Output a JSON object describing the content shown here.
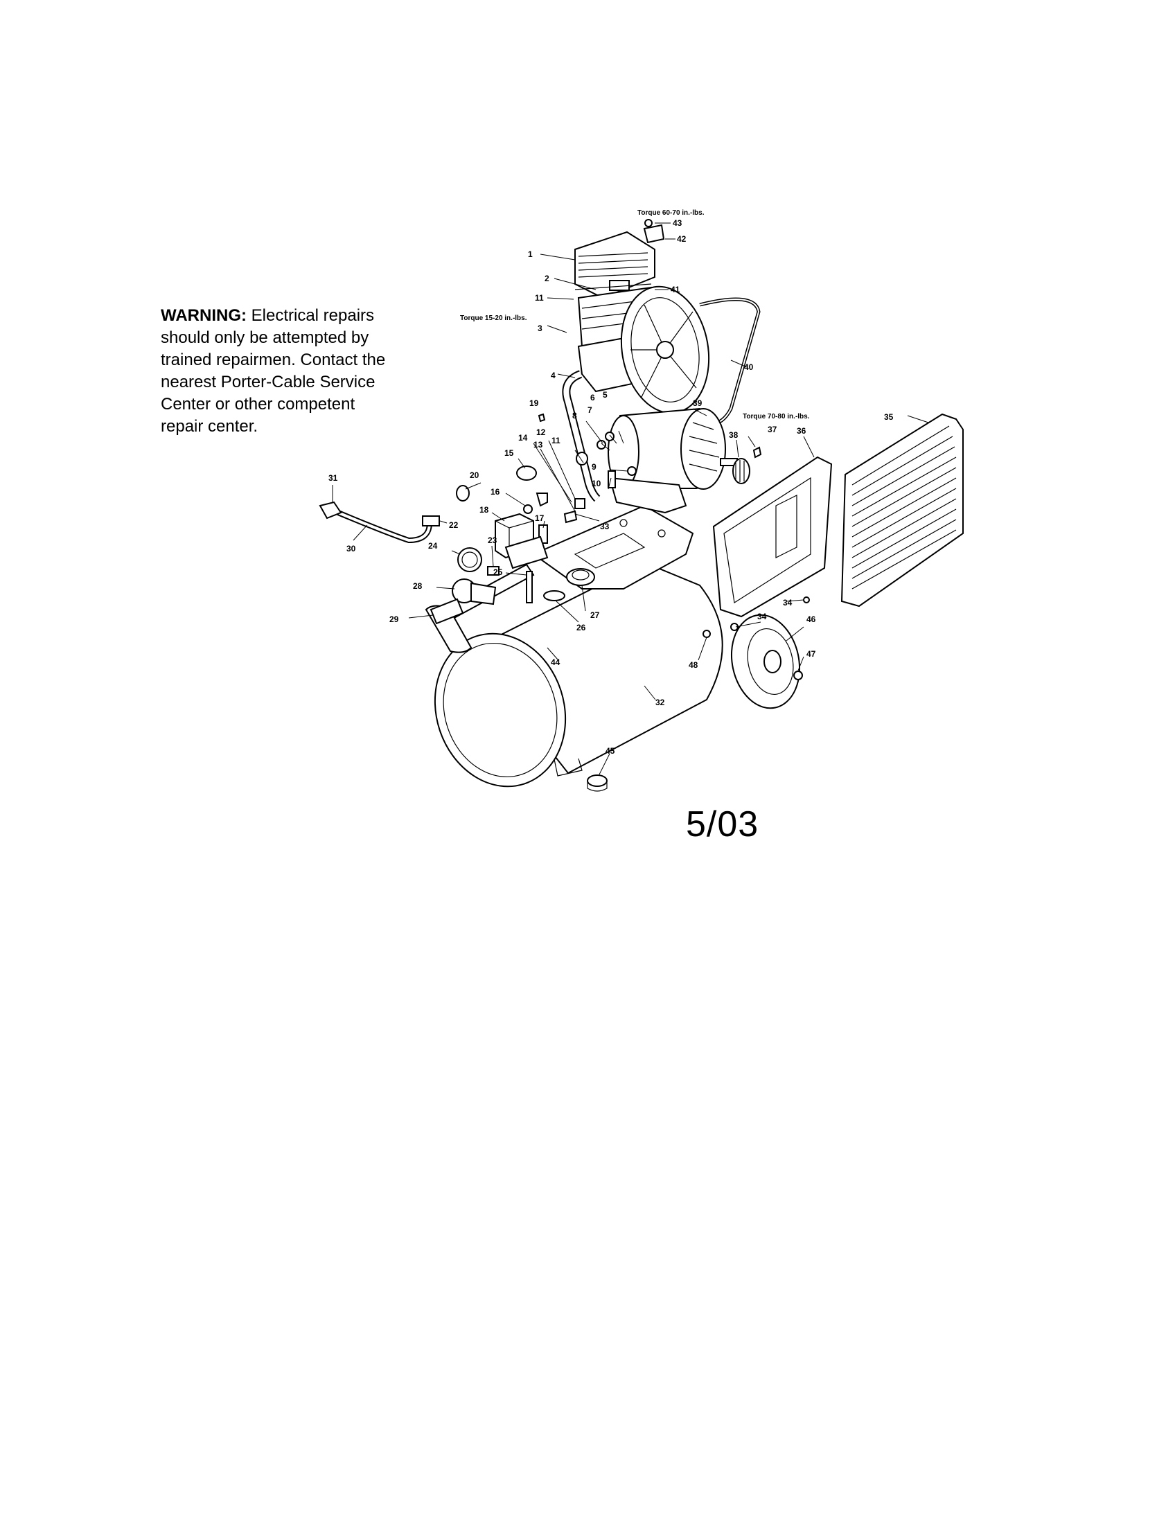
{
  "warning": {
    "heading": "WARNING:",
    "lines": [
      "Electrical repairs",
      "should only be attempted by",
      "trained  repairmen. Contact the",
      "nearest Porter-Cable Service",
      "Center or other competent",
      "repair center."
    ]
  },
  "torque_notes": {
    "t1": "Torque 60-70 in.-lbs.",
    "t2": "Torque 15-20 in.-lbs.",
    "t3": "Torque 70-80 in.-lbs."
  },
  "date_code": "5/03",
  "callouts": [
    {
      "n": "43"
    },
    {
      "n": "42"
    },
    {
      "n": "1"
    },
    {
      "n": "2"
    },
    {
      "n": "41"
    },
    {
      "n": "11"
    },
    {
      "n": "3"
    },
    {
      "n": "40"
    },
    {
      "n": "4"
    },
    {
      "n": "39"
    },
    {
      "n": "19"
    },
    {
      "n": "6"
    },
    {
      "n": "5"
    },
    {
      "n": "7"
    },
    {
      "n": "8"
    },
    {
      "n": "37"
    },
    {
      "n": "36"
    },
    {
      "n": "35"
    },
    {
      "n": "38"
    },
    {
      "n": "12"
    },
    {
      "n": "14"
    },
    {
      "n": "13"
    },
    {
      "n": "11"
    },
    {
      "n": "15"
    },
    {
      "n": "9"
    },
    {
      "n": "10"
    },
    {
      "n": "20"
    },
    {
      "n": "31"
    },
    {
      "n": "16"
    },
    {
      "n": "18"
    },
    {
      "n": "17"
    },
    {
      "n": "33"
    },
    {
      "n": "22"
    },
    {
      "n": "30"
    },
    {
      "n": "23"
    },
    {
      "n": "24"
    },
    {
      "n": "25"
    },
    {
      "n": "28"
    },
    {
      "n": "27"
    },
    {
      "n": "26"
    },
    {
      "n": "29"
    },
    {
      "n": "34"
    },
    {
      "n": "34"
    },
    {
      "n": "46"
    },
    {
      "n": "47"
    },
    {
      "n": "44"
    },
    {
      "n": "48"
    },
    {
      "n": "32"
    },
    {
      "n": "45"
    }
  ]
}
